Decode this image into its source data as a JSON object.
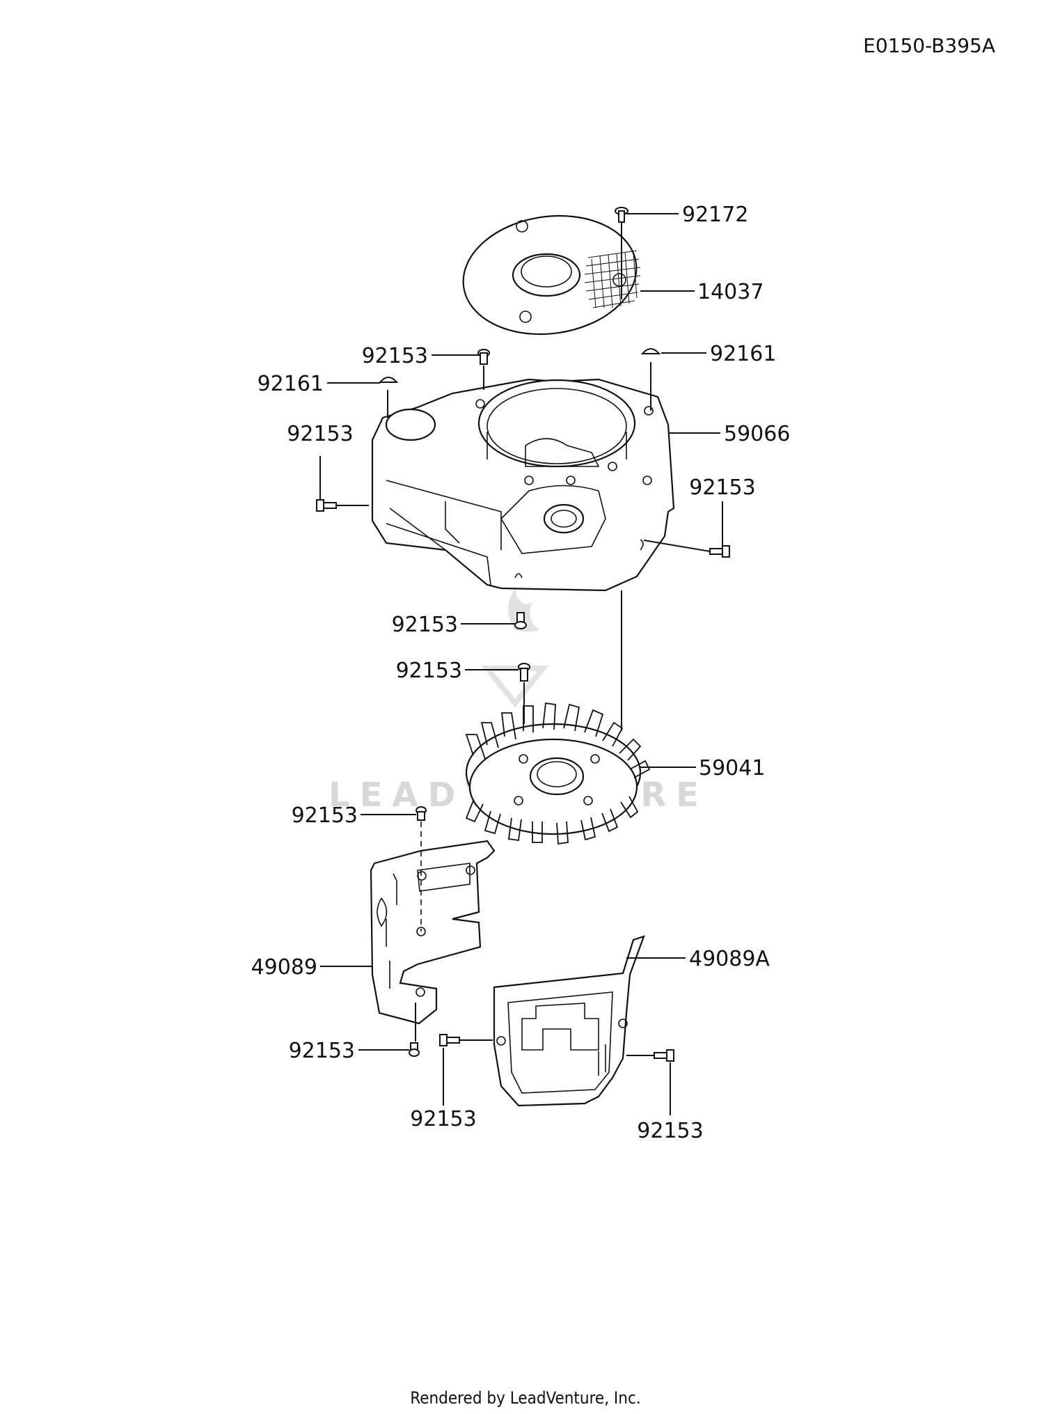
{
  "diagram_code": "E0150-B395A",
  "footer": "Rendered by LeadVenture, Inc.",
  "watermark": "LEADVENTURE",
  "callouts": [
    {
      "id": "c-92172",
      "text": "92172"
    },
    {
      "id": "c-14037",
      "text": "14037"
    },
    {
      "id": "c-92153-a",
      "text": "92153"
    },
    {
      "id": "c-92161-r",
      "text": "92161"
    },
    {
      "id": "c-92161-l",
      "text": "92161"
    },
    {
      "id": "c-92153-b",
      "text": "92153"
    },
    {
      "id": "c-59066",
      "text": "59066"
    },
    {
      "id": "c-92153-c",
      "text": "92153"
    },
    {
      "id": "c-92153-d",
      "text": "92153"
    },
    {
      "id": "c-92153-e",
      "text": "92153"
    },
    {
      "id": "c-59041",
      "text": "59041"
    },
    {
      "id": "c-92153-f",
      "text": "92153"
    },
    {
      "id": "c-49089",
      "text": "49089"
    },
    {
      "id": "c-49089A",
      "text": "49089A"
    },
    {
      "id": "c-92153-g",
      "text": "92153"
    },
    {
      "id": "c-92153-h",
      "text": "92153"
    },
    {
      "id": "c-92153-i",
      "text": "92153"
    }
  ]
}
